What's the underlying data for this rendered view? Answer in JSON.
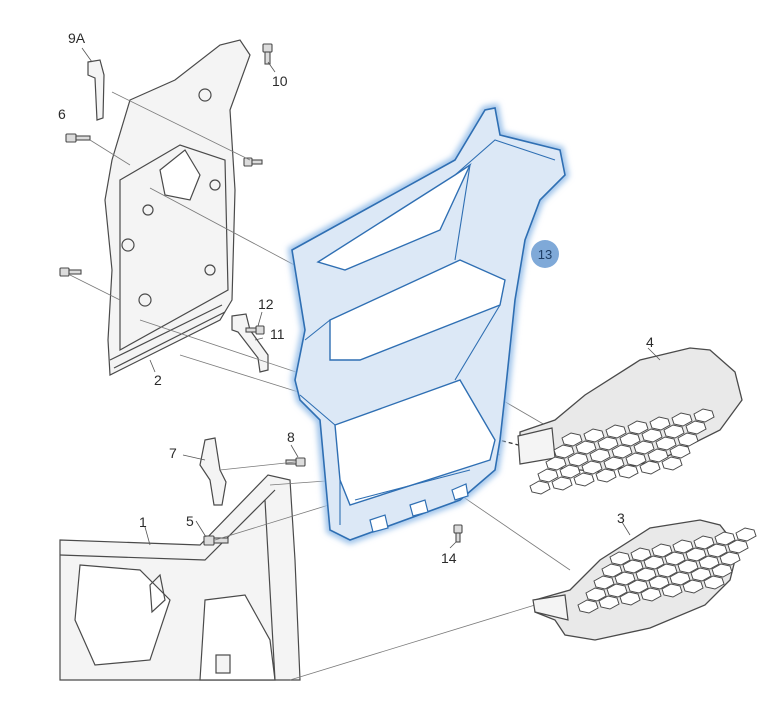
{
  "diagram": {
    "colors": {
      "line": "#4a4a4a",
      "leader": "#7a7a7a",
      "highlight_stroke": "#2f6fb3",
      "highlight_fill": "#dce8f6",
      "highlight_glow": "#9ec3ea",
      "part_fill": "#f4f4f4",
      "tread_fill": "#e9e9e9",
      "label_text": "#2b2b2b",
      "badge_fill": "#7fa9d8",
      "badge_text": "#1f3f66"
    },
    "callouts": {
      "c9A": "9A",
      "c6": "6",
      "c10": "10",
      "c12": "12",
      "c11": "11",
      "c2": "2",
      "c13": "13",
      "c4": "4",
      "c7": "7",
      "c8": "8",
      "c5": "5",
      "c1": "1",
      "c14": "14",
      "c3": "3"
    },
    "highlighted_part": "13"
  }
}
